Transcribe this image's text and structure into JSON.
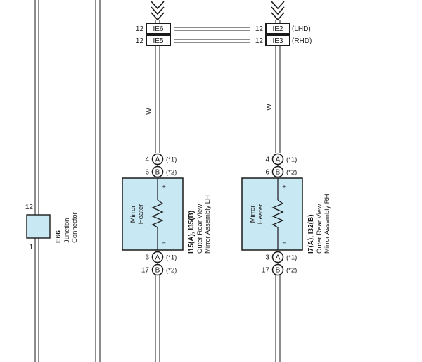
{
  "connectors": {
    "ie6": {
      "pin": "12",
      "code": "IE6"
    },
    "ie5": {
      "pin": "12",
      "code": "IE5"
    },
    "ie2": {
      "pin": "12",
      "code": "IE2",
      "note": "(LHD)"
    },
    "ie3": {
      "pin": "12",
      "code": "IE3",
      "note": "(RHD)"
    }
  },
  "wire_colors": {
    "left": "W",
    "right": "W"
  },
  "junction": {
    "pin_top": "12",
    "pin_bottom": "1",
    "code": "E66",
    "label_line1": "Junction",
    "label_line2": "Connector"
  },
  "mirror_lh": {
    "top_pins": [
      {
        "pin": "4",
        "letter": "A",
        "note": "(*1)"
      },
      {
        "pin": "6",
        "letter": "B",
        "note": "(*2)"
      }
    ],
    "bottom_pins": [
      {
        "pin": "3",
        "letter": "A",
        "note": "(*1)"
      },
      {
        "pin": "17",
        "letter": "B",
        "note": "(*2)"
      }
    ],
    "heater_line1": "Mirror",
    "heater_line2": "Heater",
    "plus": "+",
    "minus": "−",
    "code": "I15(A), I35(B)",
    "name_line1": "Outer Rear View",
    "name_line2": "Mirror Assembly LH"
  },
  "mirror_rh": {
    "top_pins": [
      {
        "pin": "4",
        "letter": "A",
        "note": "(*1)"
      },
      {
        "pin": "6",
        "letter": "B",
        "note": "(*2)"
      }
    ],
    "bottom_pins": [
      {
        "pin": "3",
        "letter": "A",
        "note": "(*1)"
      },
      {
        "pin": "17",
        "letter": "B",
        "note": "(*2)"
      }
    ],
    "heater_line1": "Mirror",
    "heater_line2": "Heater",
    "plus": "+",
    "minus": "−",
    "code": "I7(A), I32(B)",
    "name_line1": "Outer Rear View",
    "name_line2": "Mirror Assembly RH"
  },
  "colors": {
    "component_fill": "#c8e8f4",
    "line": "#1a1a1a"
  }
}
